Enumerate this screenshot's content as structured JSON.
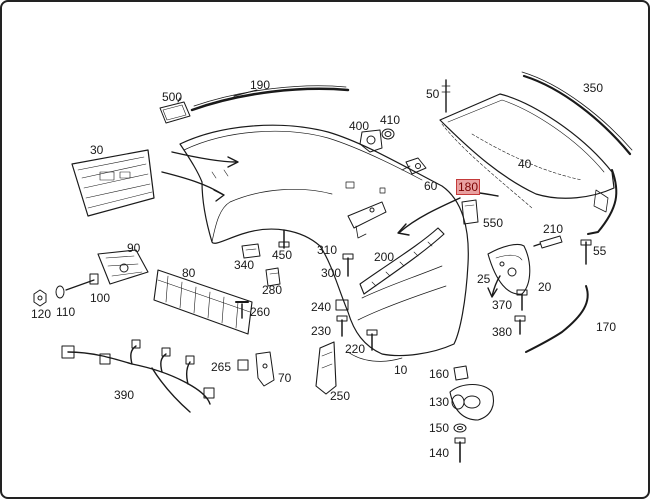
{
  "diagram": {
    "highlight_color": "#e8a0a0",
    "highlight_border": "#c43a3a",
    "callouts": [
      {
        "id": "190",
        "label": "190"
      },
      {
        "id": "500",
        "label": "500"
      },
      {
        "id": "50",
        "label": "50"
      },
      {
        "id": "350",
        "label": "350"
      },
      {
        "id": "410",
        "label": "410"
      },
      {
        "id": "400",
        "label": "400"
      },
      {
        "id": "30",
        "label": "30"
      },
      {
        "id": "40",
        "label": "40"
      },
      {
        "id": "60",
        "label": "60"
      },
      {
        "id": "180",
        "label": "180",
        "highlighted": true
      },
      {
        "id": "550",
        "label": "550"
      },
      {
        "id": "210",
        "label": "210"
      },
      {
        "id": "55",
        "label": "55"
      },
      {
        "id": "90",
        "label": "90"
      },
      {
        "id": "450",
        "label": "450"
      },
      {
        "id": "310",
        "label": "310"
      },
      {
        "id": "200",
        "label": "200"
      },
      {
        "id": "340",
        "label": "340"
      },
      {
        "id": "80",
        "label": "80"
      },
      {
        "id": "300",
        "label": "300"
      },
      {
        "id": "25",
        "label": "25"
      },
      {
        "id": "20",
        "label": "20"
      },
      {
        "id": "280",
        "label": "280"
      },
      {
        "id": "100",
        "label": "100"
      },
      {
        "id": "120",
        "label": "120"
      },
      {
        "id": "110",
        "label": "110"
      },
      {
        "id": "260",
        "label": "260"
      },
      {
        "id": "240",
        "label": "240"
      },
      {
        "id": "370",
        "label": "370"
      },
      {
        "id": "170",
        "label": "170"
      },
      {
        "id": "230",
        "label": "230"
      },
      {
        "id": "380",
        "label": "380"
      },
      {
        "id": "220",
        "label": "220"
      },
      {
        "id": "265",
        "label": "265"
      },
      {
        "id": "70",
        "label": "70"
      },
      {
        "id": "10",
        "label": "10"
      },
      {
        "id": "160",
        "label": "160"
      },
      {
        "id": "390",
        "label": "390"
      },
      {
        "id": "250",
        "label": "250"
      },
      {
        "id": "130",
        "label": "130"
      },
      {
        "id": "150",
        "label": "150"
      },
      {
        "id": "140",
        "label": "140"
      }
    ]
  }
}
